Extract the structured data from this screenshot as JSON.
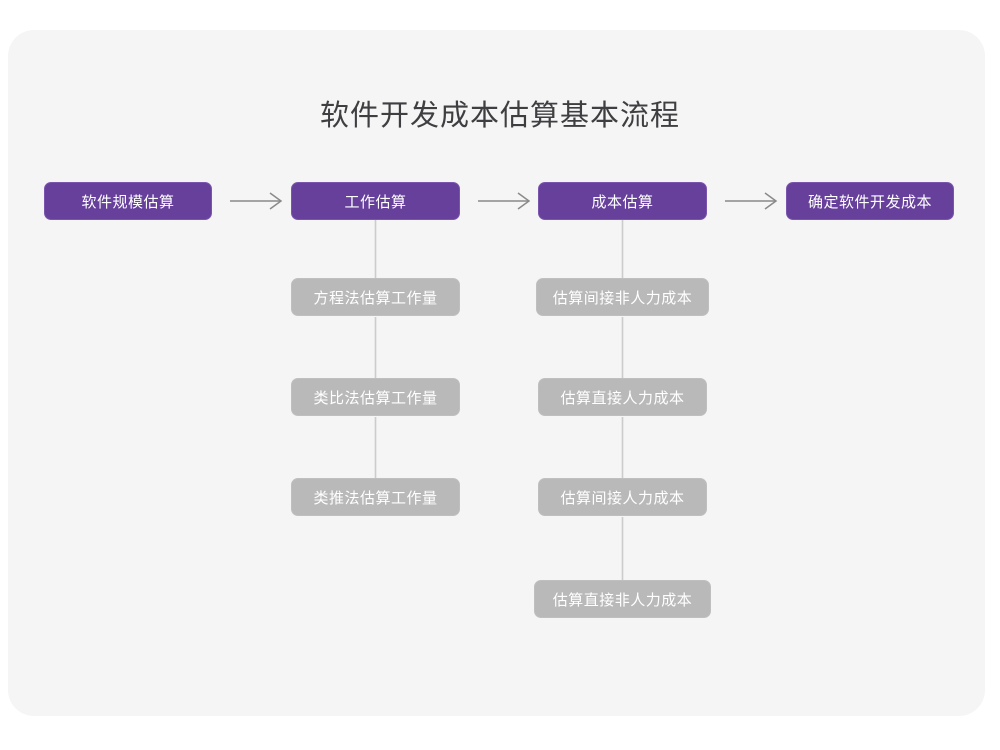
{
  "title": "软件开发成本估算基本流程",
  "colors": {
    "page_background": "#ffffff",
    "card_background": "#f5f5f6",
    "primary_node": "#67409c",
    "primary_node_border": "#7b55ad",
    "secondary_node": "#b9b9b9",
    "secondary_node_border": "#bfbfbf",
    "connector_line": "#cccccc",
    "arrow": "#8a8a8a",
    "title_text": "#3f3f41",
    "node_text": "#ffffff"
  },
  "chart_data": {
    "type": "diagram",
    "title": "软件开发成本估算基本流程",
    "orientation": "left-to-right main flow with vertical sub-step columns",
    "main_flow": [
      {
        "id": "scale",
        "label": "软件规模估算"
      },
      {
        "id": "effort",
        "label": "工作估算"
      },
      {
        "id": "cost",
        "label": "成本估算"
      },
      {
        "id": "final",
        "label": "确定软件开发成本"
      }
    ],
    "arrows": [
      {
        "from": "软件规模估算",
        "to": "工作估算",
        "glyph": "→"
      },
      {
        "from": "工作估算",
        "to": "成本估算",
        "glyph": "→"
      },
      {
        "from": "成本估算",
        "to": "确定软件开发成本",
        "glyph": "→"
      }
    ],
    "sub_steps": [
      {
        "parent": "工作估算",
        "items": [
          "方程法估算工作量",
          "类比法估算工作量",
          "类推法估算工作量"
        ]
      },
      {
        "parent": "成本估算",
        "items": [
          "估算间接非人力成本",
          "估算直接人力成本",
          "估算间接人力成本",
          "估算直接非人力成本"
        ]
      }
    ]
  },
  "nodes": {
    "main": [
      {
        "label": "软件规模估算"
      },
      {
        "label": "工作估算"
      },
      {
        "label": "成本估算"
      },
      {
        "label": "确定软件开发成本"
      }
    ],
    "effort_branch": [
      {
        "label": "方程法估算工作量"
      },
      {
        "label": "类比法估算工作量"
      },
      {
        "label": "类推法估算工作量"
      }
    ],
    "cost_branch": [
      {
        "label": "估算间接非人力成本"
      },
      {
        "label": "估算直接人力成本"
      },
      {
        "label": "估算间接人力成本"
      },
      {
        "label": "估算直接非人力成本"
      }
    ]
  },
  "arrow_glyphs": {
    "a1": "→",
    "a2": "→",
    "a3": "→"
  }
}
